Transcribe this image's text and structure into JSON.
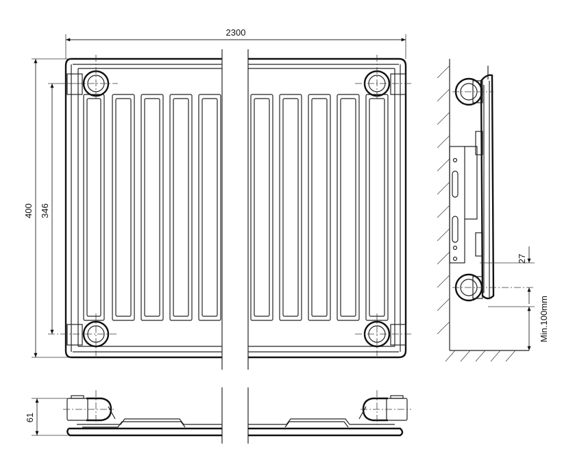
{
  "dimensions": {
    "total_length": "2300",
    "total_height": "400",
    "connection_spacing": "346",
    "bracket_offset": "27",
    "floor_clearance": "Min.100mm",
    "depth": "61"
  }
}
